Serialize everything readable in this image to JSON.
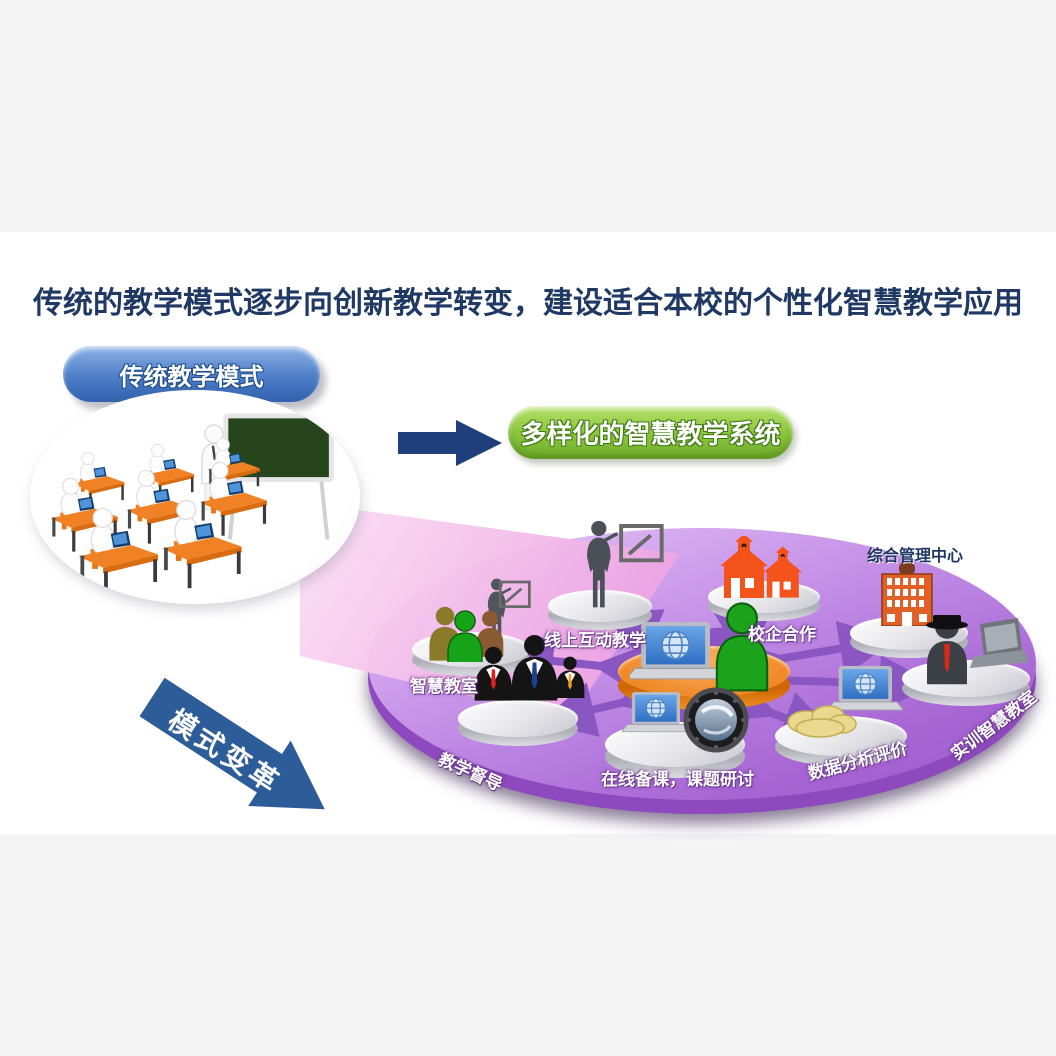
{
  "slide": {
    "title": "传统的教学模式逐步向创新教学转变，建设适合本校的个性化智慧教学应用"
  },
  "flow": {
    "traditional_pill": "传统教学模式",
    "smart_pill": "多样化的智慧教学系统",
    "transform_arrow": "模式变革"
  },
  "hub": {
    "center_icon": "laptop-globe-and-person-icon",
    "nodes": {
      "smart_classroom": {
        "label": "智慧教室",
        "icon": "people-group-icon"
      },
      "online_interactive": {
        "label": "线上互动教学",
        "icon": "presenter-board-icon"
      },
      "school_enterprise": {
        "label": "校企合作",
        "icon": "school-buildings-icon"
      },
      "management_center": {
        "label": "综合管理中心",
        "icon": "office-building-icon"
      },
      "practical_training": {
        "label": "实训智慧教室",
        "icon": "person-laptop-icon"
      },
      "data_analysis": {
        "label": "数据分析评价",
        "icon": "cloud-laptop-icon"
      },
      "online_prep": {
        "label": "在线备课，课题研讨",
        "icon": "laptop-lens-icon"
      },
      "supervision": {
        "label": "教学督导",
        "icon": "businessmen-icon"
      }
    }
  },
  "colors": {
    "title_text": "#1f3864",
    "band": "#f4f4f5",
    "blue_pill": "#4e7ec8",
    "green_pill": "#7cb830",
    "navy_arrow": "#1f3f7c",
    "transform_arrow": "#2d5d99",
    "platform_purple": "#b179dd",
    "beam_pink": "#f2aee6",
    "hub_orange": "#f08a2a",
    "connector": "#8a57c2",
    "node_label_text": "#ffffff",
    "management_label_text": "#1f3864"
  }
}
